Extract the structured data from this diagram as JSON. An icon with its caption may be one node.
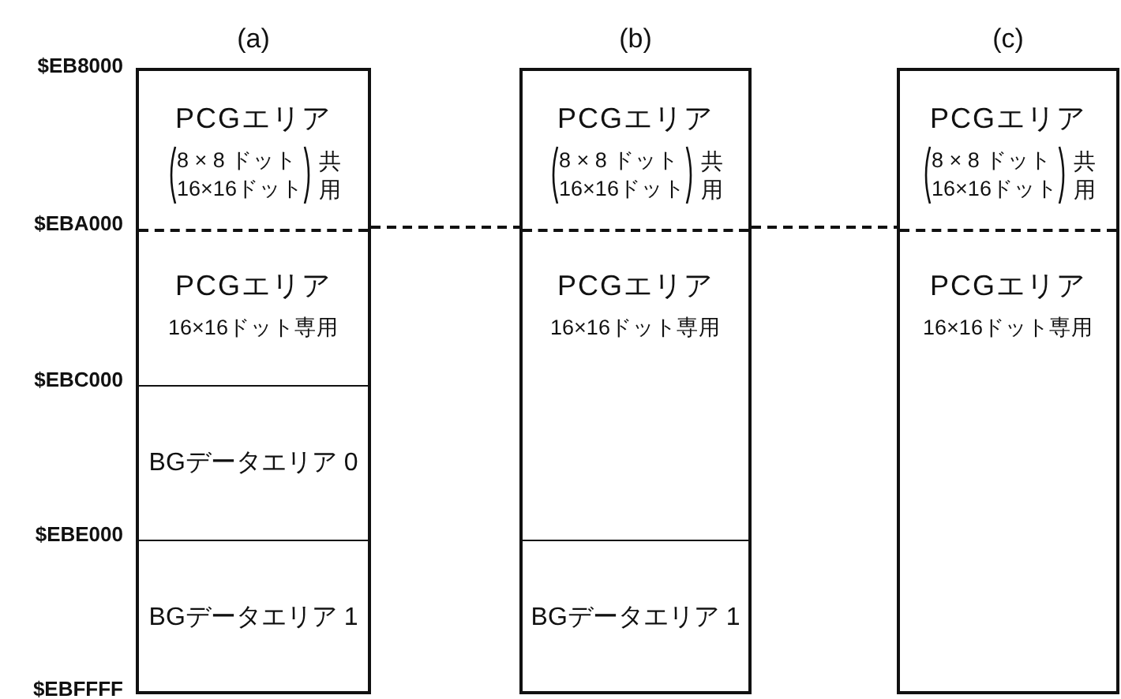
{
  "diagram": {
    "nodes": [
      {
        "text": [
          "(a)"
        ]
      },
      {
        "text": [
          "PCGエリア",
          "8 × 8 ドット",
          "16×16ドット",
          "共用"
        ],
        "in": 0
      },
      {
        "text": [
          "PCGエリア",
          "16×16ドット専用"
        ],
        "in": 0
      },
      {
        "text": [
          "BGデータエリア 0"
        ],
        "in": 0
      },
      {
        "text": [
          "BGデータエリア 1"
        ],
        "in": 0
      },
      {
        "text": [
          "(b)"
        ]
      },
      {
        "text": [
          "PCGエリア",
          "8 × 8 ドット",
          "16×16ドット",
          "共用"
        ],
        "in": 5
      },
      {
        "text": [
          "PCGエリア",
          "16×16ドット専用"
        ],
        "in": 5
      },
      {
        "text": [
          "BGデータエリア 1"
        ],
        "in": 5
      },
      {
        "text": [
          "(c)"
        ]
      },
      {
        "text": [
          "PCGエリア",
          "8 × 8 ドット",
          "16×16ドット",
          "共用"
        ],
        "in": 9
      },
      {
        "text": [
          "PCGエリア",
          "16×16ドット専用"
        ],
        "in": 9
      }
    ],
    "labels": [
      "$EB8000",
      "$EBA000",
      "$EBC000",
      "$EBE000",
      "$EBFFFF"
    ]
  }
}
